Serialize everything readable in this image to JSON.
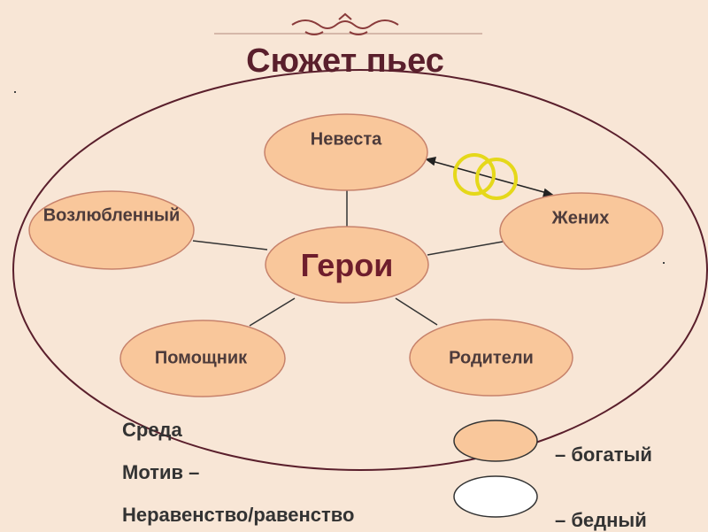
{
  "title": "Сюжет пьес",
  "nodes": {
    "center": "Герои",
    "bride": "Невеста",
    "groom": "Жених",
    "lover": "Возлюбленный",
    "helper": "Помощник",
    "parents": "Родители"
  },
  "legend": {
    "line1": "Среда",
    "line2": "Мотив –",
    "line3": "Неравенство/равенство",
    "rich_label": "– богатый",
    "poor_label": "– бедный"
  },
  "colors": {
    "background": "#f8e6d6",
    "node_fill": "#f9c79b",
    "node_stroke": "#c7826b",
    "outer_ellipse": "#5a1f2c",
    "rings": "#e5d81a",
    "title": "#5a1f2c"
  },
  "icons": {
    "ornament": "ornament-flourish-icon",
    "rings": "wedding-rings-icon"
  }
}
